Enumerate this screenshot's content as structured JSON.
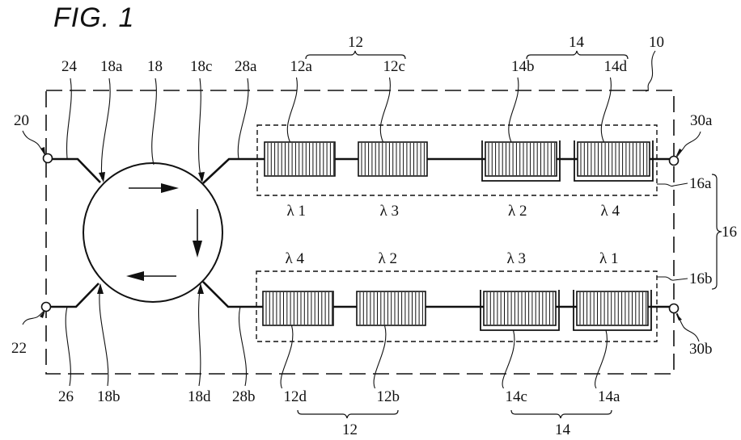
{
  "figure": {
    "title": "FIG. 1",
    "device_label": "10"
  },
  "circulator": {
    "label": "18",
    "ports": {
      "a": "18a",
      "b": "18b",
      "c": "18c",
      "d": "18d"
    },
    "direction": "clockwise"
  },
  "ports": {
    "input": "20",
    "output": "22",
    "end_a": "30a",
    "end_b": "30b"
  },
  "fibers": {
    "in": "24",
    "out": "26",
    "arm_a": "28a",
    "arm_b": "28b"
  },
  "grating_groups": {
    "group12": "12",
    "group14": "14",
    "group16": "16",
    "arm_a": "16a",
    "arm_b": "16b"
  },
  "arm_a_gratings": [
    {
      "id": "12a",
      "wavelength": "λ 1",
      "heated": false
    },
    {
      "id": "12c",
      "wavelength": "λ 3",
      "heated": false
    },
    {
      "id": "14b",
      "wavelength": "λ 2",
      "heated": true
    },
    {
      "id": "14d",
      "wavelength": "λ 4",
      "heated": true
    }
  ],
  "arm_b_gratings": [
    {
      "id": "12d",
      "wavelength": "λ 4",
      "heated": false
    },
    {
      "id": "12b",
      "wavelength": "λ 2",
      "heated": false
    },
    {
      "id": "14c",
      "wavelength": "λ 3",
      "heated": true
    },
    {
      "id": "14a",
      "wavelength": "λ 1",
      "heated": true
    }
  ]
}
